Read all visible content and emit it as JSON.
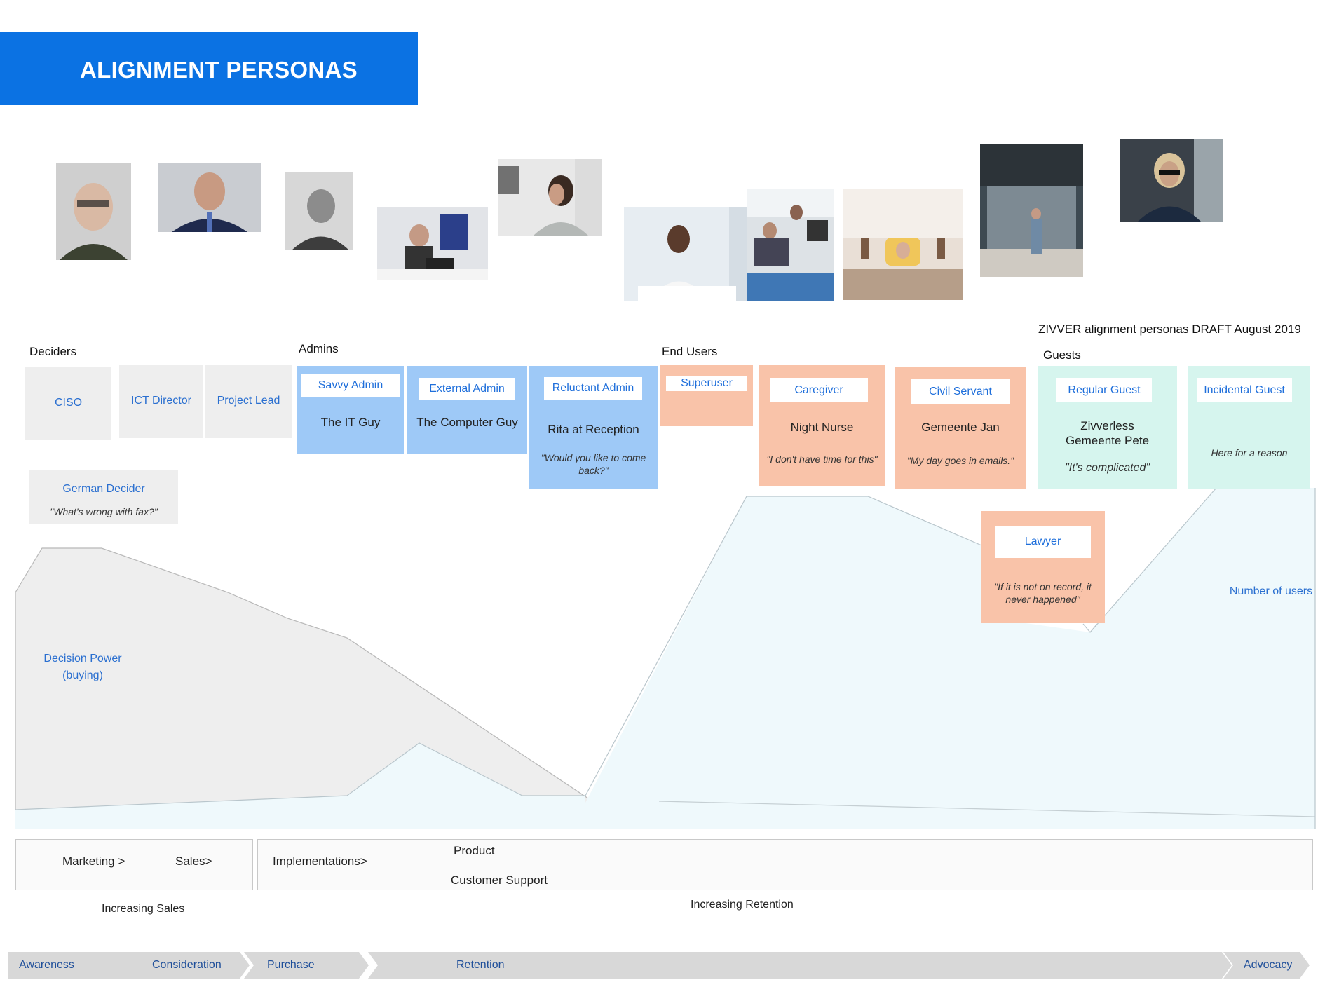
{
  "header": {
    "title": "ALIGNMENT PERSONAS"
  },
  "caption": "ZIVVER alignment personas  DRAFT August 2019",
  "groups": {
    "deciders": "Deciders",
    "admins": "Admins",
    "end_users": "End Users",
    "guests": "Guests"
  },
  "cards": {
    "ciso": {
      "role": "CISO"
    },
    "ict_director": {
      "role": "ICT Director"
    },
    "project_lead": {
      "role": "Project Lead"
    },
    "german_decider": {
      "role": "German Decider",
      "quote": "\"What's wrong with fax?\""
    },
    "savvy_admin": {
      "role": "Savvy Admin",
      "name": "The IT Guy"
    },
    "external_admin": {
      "role": "External Admin",
      "name": "The Computer Guy"
    },
    "reluctant_admin": {
      "role": "Reluctant Admin",
      "name": "Rita at Reception",
      "quote": "\"Would you like to come back?\""
    },
    "superuser": {
      "role": "Superuser"
    },
    "caregiver": {
      "role": "Caregiver",
      "name": "Night Nurse",
      "quote": "\"I don't have time for this\""
    },
    "civil_servant": {
      "role": "Civil Servant",
      "name": "Gemeente Jan",
      "quote": "\"My day goes in emails.\""
    },
    "lawyer": {
      "role": "Lawyer",
      "quote": "\"If it is not on record, it never happened\""
    },
    "regular_guest": {
      "role": "Regular Guest",
      "name": "Zivverless Gemeente Pete",
      "quote": "\"It's complicated\""
    },
    "incidental_guest": {
      "role": "Incidental Guest",
      "quote": "Here for a reason"
    }
  },
  "curve_labels": {
    "decision_power": "Decision Power (buying)",
    "number_of_users": "Number of users"
  },
  "bands": {
    "marketing": "Marketing >",
    "sales": "Sales>",
    "implementations": "Implementations>",
    "product": "Product",
    "customer_support": "Customer Support",
    "increasing_sales": "Increasing Sales",
    "increasing_retention": "Increasing Retention"
  },
  "journey": [
    "Awareness",
    "Consideration",
    "Purchase",
    "Retention",
    "Advocacy"
  ],
  "colors": {
    "header": "#0b72e3",
    "blue_card": "#9ec9f7",
    "salmon_card": "#f9c3a9",
    "mint_card": "#d6f5ee",
    "gray_card": "#eeeeee",
    "label_blue": "#2a6fd0"
  }
}
